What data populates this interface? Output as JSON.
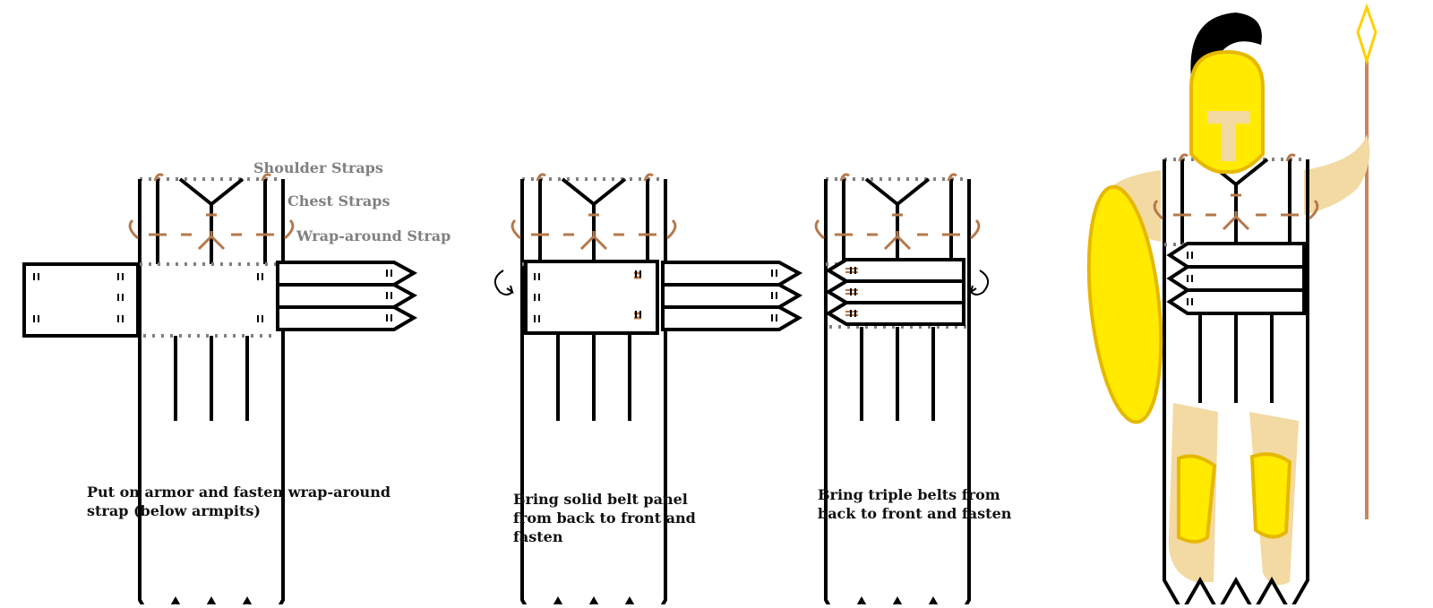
{
  "diagram": {
    "labels": {
      "shoulder_straps": "Shoulder Straps",
      "chest_straps": "Chest Straps",
      "wrap_around_strap": "Wrap-around Strap"
    },
    "captions": {
      "step1": "Put on armor and fasten wrap-around strap (below armpits)",
      "step2": "Bring solid belt panel from back to front and fasten",
      "step3": "Bring triple belts from back to front and fasten"
    },
    "colors": {
      "outline": "#000000",
      "strap": "#b5784a",
      "dotted": "#808080",
      "label": "#808080",
      "gold": "#ffea00",
      "gold_edge": "#e6b800",
      "skin": "#f3d9a2",
      "crest": "#000000",
      "spear": "#c8865a"
    },
    "icons": [
      "rotate-arrow-icon",
      "rotate-arrow-icon"
    ]
  }
}
